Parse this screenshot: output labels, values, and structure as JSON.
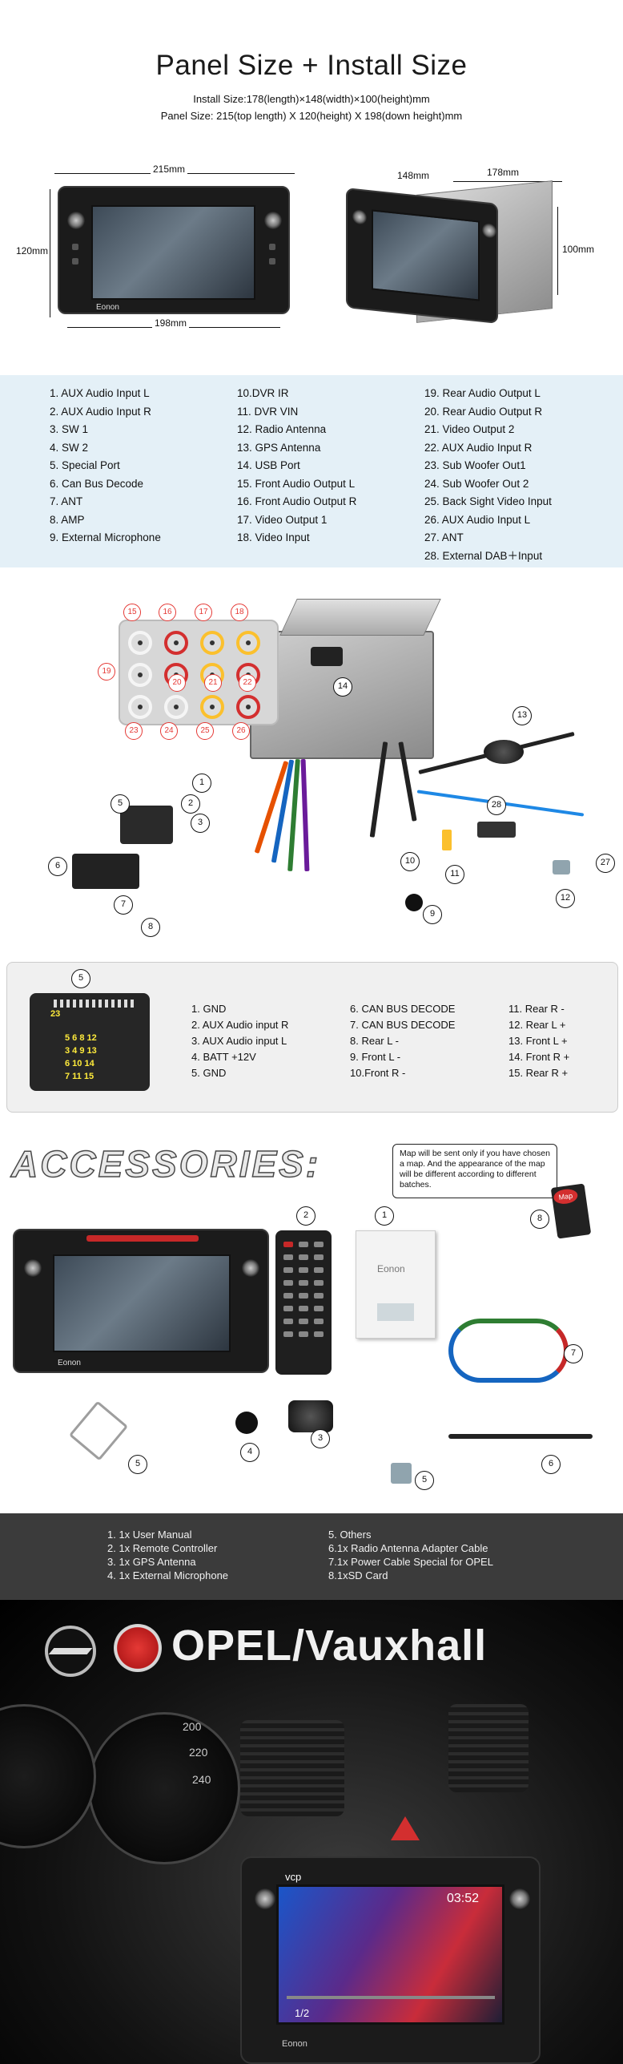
{
  "panel": {
    "title": "Panel Size + Install Size",
    "install_size": "Install Size:178(length)×148(width)×100(height)mm",
    "panel_size": "Panel Size: 215(top length) X 120(height) X 198(down height)mm",
    "dim_top": "215mm",
    "dim_left": "120mm",
    "dim_bottom": "198mm",
    "dim_148": "148mm",
    "dim_178": "178mm",
    "dim_100": "100mm",
    "brand": "Eonon"
  },
  "pins": {
    "col1": [
      "1. AUX Audio Input L",
      "2. AUX Audio Input R",
      "3. SW 1",
      "4. SW 2",
      "5. Special Port",
      "6. Can Bus Decode",
      "7. ANT",
      "8.  AMP",
      "9. External Microphone"
    ],
    "col2": [
      "10.DVR  IR",
      "11. DVR VIN",
      "12. Radio Antenna",
      "13. GPS Antenna",
      "14. USB Port",
      "15. Front Audio Output L",
      "16. Front Audio Output R",
      "17. Video Output 1",
      "18. Video Input"
    ],
    "col3": [
      "19. Rear Audio Output L",
      "20. Rear Audio Output R",
      "21.  Video Output 2",
      "22. AUX Audio Input R",
      "23. Sub Woofer Out1",
      "24. Sub Woofer Out 2",
      "25. Back Sight Video Input",
      "26. AUX Audio Input L",
      "27. ANT",
      "28. External DAB＋Input"
    ]
  },
  "wiring": {
    "rca_top": [
      "15",
      "16",
      "17",
      "18"
    ],
    "rca_mid": [
      "19",
      "20",
      "21",
      "22"
    ],
    "rca_bottom": [
      "23",
      "24",
      "25",
      "26"
    ],
    "callouts": [
      "1",
      "2",
      "3",
      "4",
      "5",
      "6",
      "7",
      "8",
      "9",
      "10",
      "11",
      "12",
      "13",
      "14",
      "27",
      "28"
    ]
  },
  "connector": {
    "number": "5",
    "label_top": "23",
    "label_rows": [
      "5 6 8 12",
      "3  4  9 13",
      "6 10 14",
      "7 11 15"
    ],
    "col1": [
      "1. GND",
      "2. AUX Audio input R",
      "3. AUX Audio input L",
      "4. BATT +12V",
      "5. GND"
    ],
    "col2": [
      "6. CAN BUS DECODE",
      "7. CAN BUS DECODE",
      "8. Rear L -",
      "9. Front L -",
      "10.Front R -"
    ],
    "col3": [
      "11. Rear R -",
      "12. Rear L +",
      "13. Front L +",
      "14. Front R +",
      "15. Rear R +"
    ]
  },
  "accessories": {
    "title": "ACCESSORIES:",
    "note": "Map will be sent only if you have chosen a map. And the appearance of the map will be different according to different batches.",
    "sd_label": "Map",
    "callouts": [
      "1",
      "2",
      "3",
      "4",
      "5",
      "6",
      "7",
      "8"
    ],
    "list_col1": [
      "1. 1x User Manual",
      "2. 1x Remote Controller",
      "3. 1x GPS Antenna",
      "4. 1x External Microphone"
    ],
    "list_col2": [
      "5. Others",
      "6.1x Radio Antenna Adapter Cable",
      "7.1x Power Cable Special for OPEL",
      "8.1xSD Card"
    ]
  },
  "car": {
    "brand_title": "OPEL/Vauxhall",
    "osd_time": "03:52",
    "osd_source": "vcp",
    "osd_track": "1/2",
    "gauge_ticks": [
      "220",
      "240",
      "200"
    ]
  },
  "colors": {
    "pin_bg": "#e4f0f7",
    "acc_list_bg": "#3b3b3b",
    "callout_red": "#e53935",
    "rca_red": "#d32f2f",
    "rca_white": "#f5f5f5",
    "rca_yellow": "#fbc02d"
  }
}
